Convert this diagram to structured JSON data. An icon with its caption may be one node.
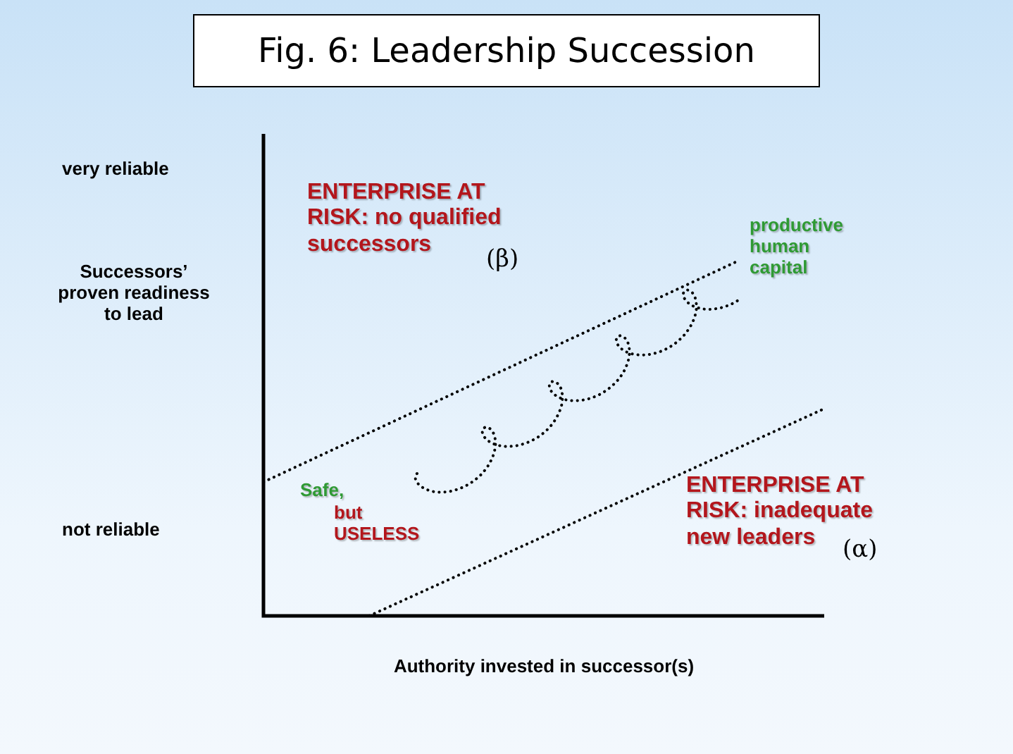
{
  "diagram": {
    "title": "Fig. 6: Leadership Succession",
    "labels": [
      "very reliable",
      "ENTERPRISE AT RISK: no qualified successors",
      "(β)",
      "productive human capital",
      "Successors’ proven readiness to lead",
      "Safe,",
      "but USELESS",
      "not reliable",
      "ENTERPRISE AT RISK: inadequate new leaders",
      "(α)",
      "Authority invested in successor(s)"
    ]
  }
}
